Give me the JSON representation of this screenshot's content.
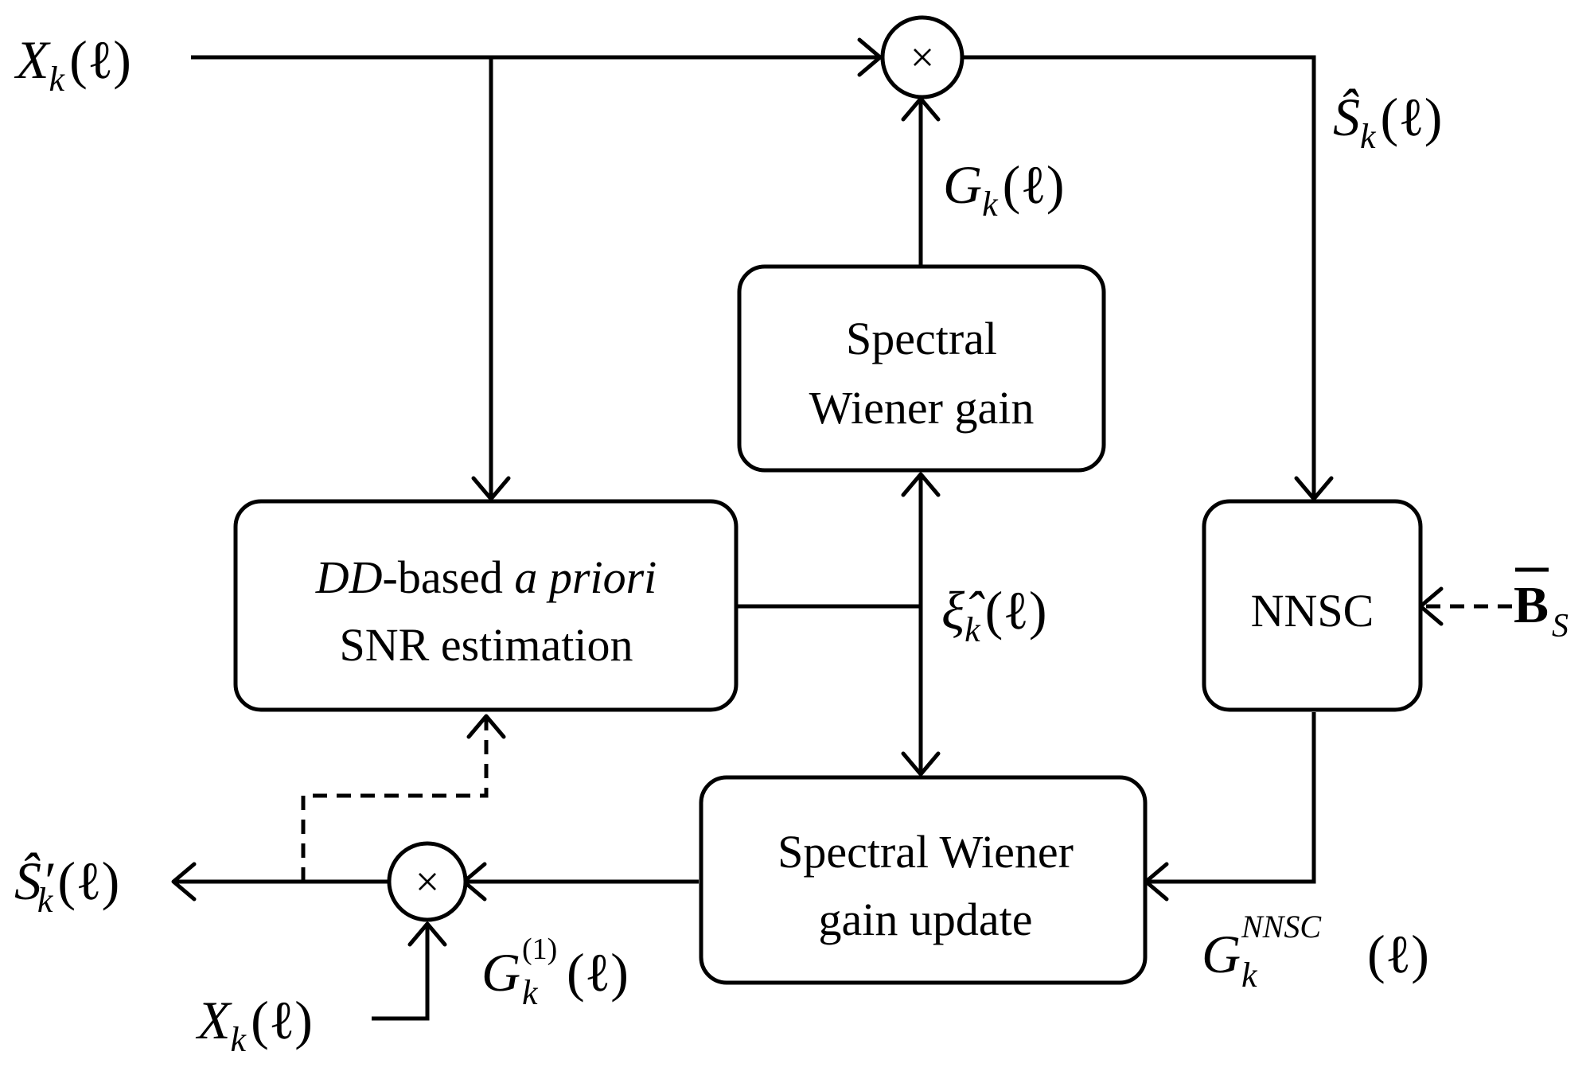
{
  "blocks": {
    "dd_snr": {
      "line1_italic_a": "DD",
      "line1_plain": "-based ",
      "line1_italic_b": "a priori",
      "line2": "SNR estimation"
    },
    "spectral_wiener": {
      "line1": "Spectral",
      "line2": "Wiener gain"
    },
    "nnsc": {
      "label": "NNSC"
    },
    "wiener_update": {
      "line1": "Spectral Wiener",
      "line2": "gain update"
    }
  },
  "operators": {
    "multiply": "×"
  },
  "signals": {
    "x_in_top": {
      "base": "X",
      "sub": "k",
      "arg": "(ℓ)"
    },
    "s_hat": {
      "base": "Ŝ",
      "sub": "k",
      "arg": "(ℓ)"
    },
    "g_k": {
      "base": "G",
      "sub": "k",
      "arg": "(ℓ)"
    },
    "xi_hat": {
      "base": "ξ̂",
      "sub": "k",
      "arg": "(ℓ)"
    },
    "b_s": {
      "base": "B",
      "sub": "S"
    },
    "g_nnsc": {
      "base": "G",
      "sub": "k",
      "sup": "NNSC",
      "arg": "(ℓ)"
    },
    "g_1": {
      "base": "G",
      "sub": "k",
      "sup": "(1)",
      "arg": "(ℓ)"
    },
    "s_hat_prime": {
      "base": "Ŝ′",
      "sub": "k",
      "arg": "(ℓ)"
    },
    "x_in_bottom": {
      "base": "X",
      "sub": "k",
      "arg": "(ℓ)"
    }
  }
}
